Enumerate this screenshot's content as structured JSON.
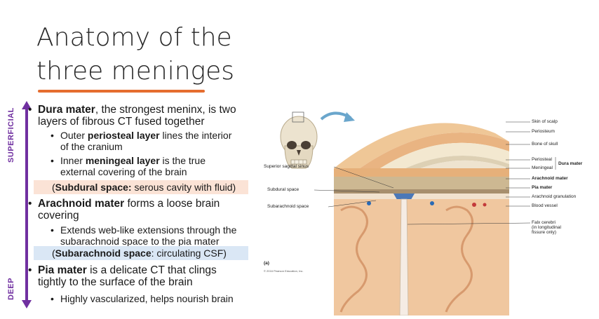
{
  "title": {
    "line1": "Anatomy of the",
    "line2": "three meninges"
  },
  "colors": {
    "accent": "#e56d2f",
    "axis": "#7030a0",
    "subdural_band": "#fbe3d6",
    "subarachnoid_band": "#dae7f5"
  },
  "axis": {
    "top_label": "SUPERFICIAL",
    "bottom_label": "DEEP"
  },
  "bullets": {
    "dura": {
      "term": "Dura mater",
      "rest_line1": ", the strongest meninx, is two",
      "line2": "layers of fibrous CT fused together"
    },
    "periosteal": {
      "pre": "Outer ",
      "term": "periosteal layer",
      "rest_line1": " lines the interior",
      "line2": "of the cranium"
    },
    "meningeal": {
      "pre": "Inner ",
      "term": "meningeal layer",
      "rest_line1": " is the true",
      "line2": "external covering of the brain"
    },
    "subdural": {
      "term": "Subdural space:",
      "rest": " serous cavity with fluid)",
      "open": "("
    },
    "arachnoid": {
      "term": "Arachnoid mater",
      "rest_line1": " forms a loose brain",
      "line2": "covering"
    },
    "arachnoid_sub": {
      "line1": "Extends web-like extensions through the",
      "line2": "subarachnoid space to the pia mater"
    },
    "subarachnoid": {
      "open": "(",
      "term": "Subarachnoid space",
      "rest": ": circulating CSF)"
    },
    "pia": {
      "term": "Pia mater",
      "rest_line1": " is a delicate CT that clings",
      "line2": "tightly to the surface of the brain"
    },
    "pia_sub": {
      "line1": "Highly vascularized, helps nourish brain"
    }
  },
  "figure": {
    "labels_left": [
      "Superior sagittal sinus",
      "Subdural space",
      "Subarachnoid space"
    ],
    "labels_right": [
      "Skin of scalp",
      "Periosteum",
      "Bone of skull",
      "Periosteal",
      "Meningeal",
      "Dura mater",
      "Arachnoid mater",
      "Pia mater",
      "Arachnoid granulation",
      "Blood vessel",
      "Falx cerebri",
      "(in longitudinal",
      "fissure only)"
    ],
    "panel_letter": "(a)",
    "copyright": "© 2016 Pearson Education, Inc."
  }
}
